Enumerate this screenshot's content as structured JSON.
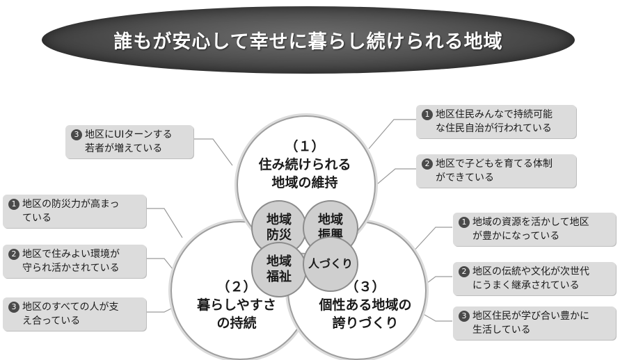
{
  "title": "誰もが安心して幸せに暮らし続けられる地域",
  "circles": {
    "c1": {
      "number": "（１）",
      "line1": "住み続けられる",
      "line2": "地域の維持"
    },
    "c2": {
      "number": "（２）",
      "line1": "暮らしやすさ",
      "line2": "の持続"
    },
    "c3": {
      "number": "（３）",
      "line1": "個性ある地域の",
      "line2": "誇りづくり"
    }
  },
  "overlaps": {
    "disaster": {
      "line1": "地域",
      "line2": "防災"
    },
    "promotion": {
      "line1": "地域",
      "line2": "振興"
    },
    "welfare": {
      "line1": "地域",
      "line2": "福祉"
    },
    "people": {
      "text": "人づくり"
    }
  },
  "callouts": {
    "c1_1": {
      "num": "1",
      "line1": "地区住民みんなで持続可能",
      "line2": "な住民自治が行われている"
    },
    "c1_2": {
      "num": "2",
      "line1": "地区で子どもを育てる体制",
      "line2": "ができている"
    },
    "c1_3": {
      "num": "3",
      "line1": "地区にUIターンする",
      "line2": "若者が増えている"
    },
    "c2_1": {
      "num": "1",
      "line1": "地区の防災力が高まっ",
      "line2": "ている"
    },
    "c2_2": {
      "num": "2",
      "line1": "地区で住みよい環境が",
      "line2": "守られ活かされている"
    },
    "c2_3": {
      "num": "3",
      "line1": "地区のすべての人が支",
      "line2": "え合っている"
    },
    "c3_1": {
      "num": "1",
      "line1": "地域の資源を活かして地区",
      "line2": "が豊かになっている"
    },
    "c3_2": {
      "num": "2",
      "line1": "地区の伝統や文化が次世代",
      "line2": "にうまく継承されている"
    },
    "c3_3": {
      "num": "3",
      "line1": "地区住民が学び合い豊かに",
      "line2": "生活している"
    }
  },
  "colors": {
    "title_oval": "#4a4a4a",
    "callout_bg": "#dcdcdc",
    "overlap_bg": "#cfcfcf",
    "number_badge": "#4a4a4a"
  }
}
